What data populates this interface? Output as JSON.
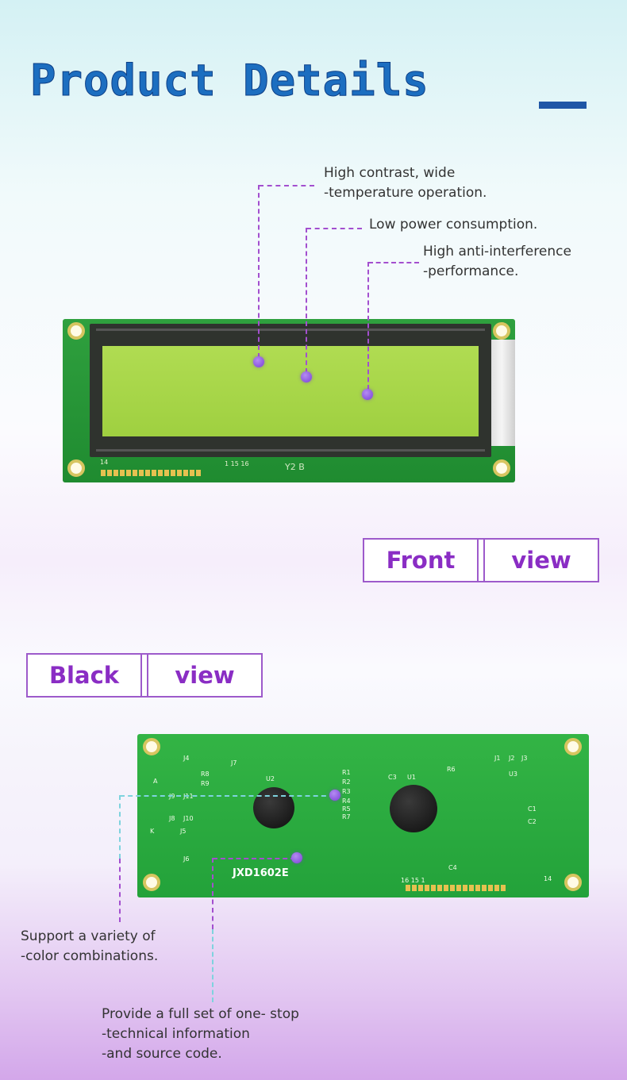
{
  "header": {
    "title": "Product Details"
  },
  "front": {
    "annotations": [
      "High contrast, wide\n-temperature operation.",
      "Low power consumption.",
      "High anti-interference\n-performance."
    ],
    "board_label": "Y2 B",
    "pin_labels": [
      "14",
      "1 15 16"
    ],
    "view_label": {
      "left": "Front",
      "right": "view"
    }
  },
  "back": {
    "view_label": {
      "left": "Black",
      "right": "view"
    },
    "board_text": "JXD1602E",
    "pad_labels": [
      "A",
      "K",
      "J4",
      "J7",
      "R8",
      "R9",
      "J9",
      "J11",
      "J8",
      "J10",
      "J5",
      "J6",
      "U2",
      "R1",
      "R2",
      "R3",
      "R4",
      "R5",
      "R7",
      "C3",
      "U1",
      "R6",
      "J1",
      "J2",
      "J3",
      "U3",
      "C1",
      "C2",
      "C4",
      "16 15 1",
      "14"
    ],
    "annotations": [
      "Support a variety of\n-color combinations.",
      "Provide a full set of one- stop\n-technical information\n-and source code."
    ]
  },
  "colors": {
    "accent": "#8a2dc4",
    "title": "#1c6ec0",
    "pcb": "#27953a",
    "lcd": "#a6d64a"
  }
}
